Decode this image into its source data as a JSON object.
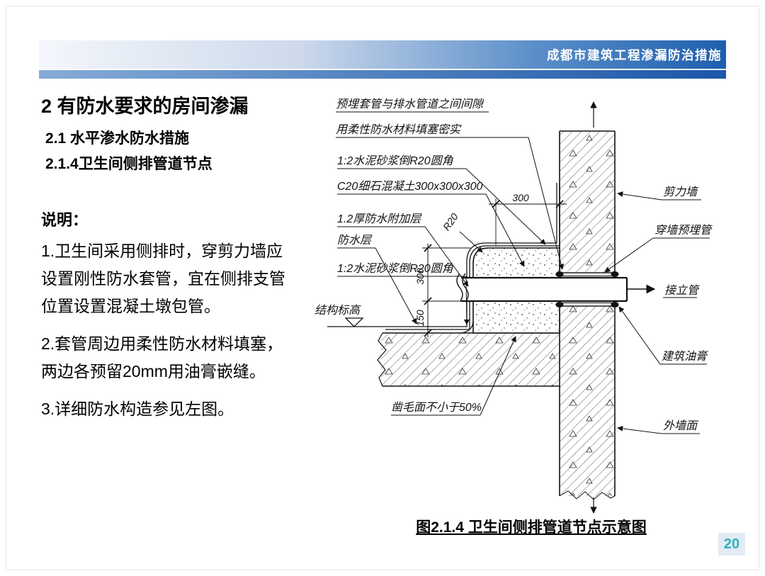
{
  "header": {
    "title": "成都市建筑工程渗漏防治措施"
  },
  "left": {
    "heading": "2 有防水要求的房间渗漏",
    "sub1": "2.1 水平渗水防水措施",
    "sub2": "2.1.4卫生间侧排管道节点",
    "notes_title": "说明：",
    "notes": [
      "1.卫生间采用侧排时，穿剪力墙应设置刚性防水套管，宜在侧排支管位置设置混凝土墩包管。",
      "2.套管周边用柔性防水材料填塞，两边各预留20mm用油膏嵌缝。",
      "3.详细防水构造参见左图。"
    ]
  },
  "diagram": {
    "caption": "图2.1.4 卫生间侧排管道节点示意图",
    "labels": {
      "gap1": "预埋套管与排水管道之间间隙",
      "gap2": "用柔性防水材料填塞密实",
      "fillet_top": "1:2水泥砂浆倒R20圆角",
      "block": "C20细石混凝土300x300x300",
      "extra_membrane": "1.2厚防水附加层",
      "membrane": "防水层",
      "fillet_bottom": "1:2水泥砂浆倒R20圆角",
      "level": "结构标高",
      "shear_wall": "剪力墙",
      "sleeve": "穿墙预埋管",
      "riser": "接立管",
      "grease": "建筑油膏",
      "outer_wall": "外墙面",
      "rough": "凿毛面不小于50%"
    },
    "dims": {
      "w300": "300",
      "r20": "R20",
      "h300": "300",
      "h150": "150"
    }
  },
  "footer": {
    "page": "20"
  },
  "colors": {
    "header_blue": "#1e5fae",
    "page_teal": "#2fb3b7"
  }
}
